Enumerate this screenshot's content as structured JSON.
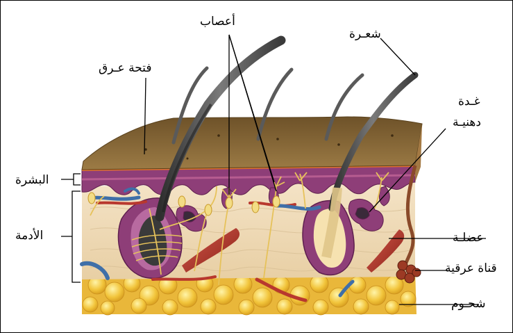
{
  "labels": {
    "nerves": "أعصاب",
    "hair": "شعـرة",
    "sweat_pore": "فتحة عـرق",
    "sebaceous_gland_line1": "غـدة",
    "sebaceous_gland_line2": "دهنيـة",
    "epidermis": "البشرة",
    "dermis": "الأدمة",
    "muscle": "عضلـة",
    "sweat_duct": "قناة عرقية",
    "fat": "شحـوم"
  },
  "colors": {
    "epidermis_surface": "#8b6a3a",
    "dermis": "#f2dfc0",
    "purple_layer": "#8e3e78",
    "fat": "#f4c94a",
    "hair": "#4a4a4a",
    "muscle": "#b5352a",
    "vessel_blue": "#3f6fa8",
    "vessel_red": "#b8382e",
    "nerve": "#e6c25a"
  }
}
